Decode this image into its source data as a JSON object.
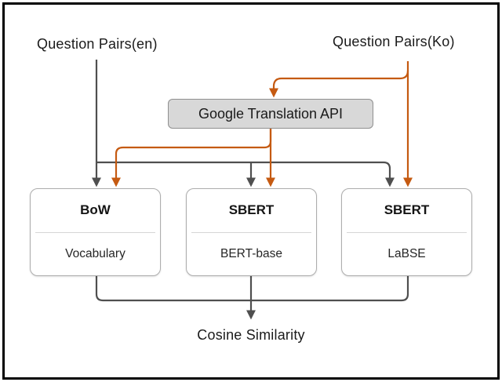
{
  "diagram": {
    "nodes": {
      "question_pairs_en": "Question Pairs(en)",
      "question_pairs_ko": "Question Pairs(Ko)",
      "translation_api": "Google Translation API",
      "box_bow": {
        "title": "BoW",
        "subtitle": "Vocabulary"
      },
      "box_sbert_base": {
        "title": "SBERT",
        "subtitle": "BERT-base"
      },
      "box_sbert_labse": {
        "title": "SBERT",
        "subtitle": "LaBSE"
      },
      "output": "Cosine Similarity"
    },
    "colors": {
      "gray_arrow": "#4f4f4f",
      "orange_arrow": "#C55A11",
      "api_box_fill": "#d8d8d8",
      "api_box_border": "#8f8f8f",
      "box_border": "#adadad",
      "frame_border": "#000000"
    }
  }
}
